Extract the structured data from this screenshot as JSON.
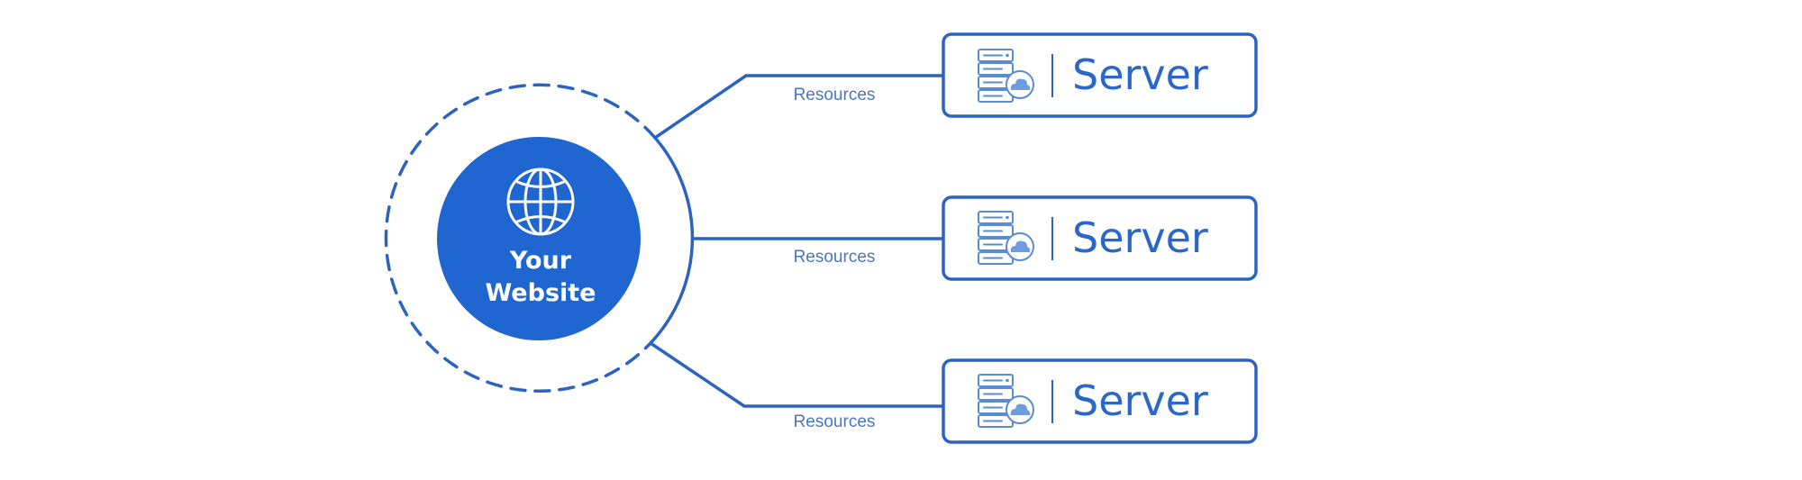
{
  "diagram": {
    "center_node": {
      "label_line1": "Your",
      "label_line2": "Website",
      "icon": "globe-icon"
    },
    "connections": [
      {
        "label": "Resources",
        "target": {
          "label": "Server",
          "icon": "server-cloud-icon"
        }
      },
      {
        "label": "Resources",
        "target": {
          "label": "Server",
          "icon": "server-cloud-icon"
        }
      },
      {
        "label": "Resources",
        "target": {
          "label": "Server",
          "icon": "server-cloud-icon"
        }
      }
    ]
  },
  "colors": {
    "primary_blue": "#1f66d1",
    "line_blue": "#2c63c0",
    "label_blue": "#4a76c2",
    "icon_light_blue": "#6f9be0",
    "icon_stroke_blue": "#5b8bd3",
    "background": "#ffffff"
  }
}
